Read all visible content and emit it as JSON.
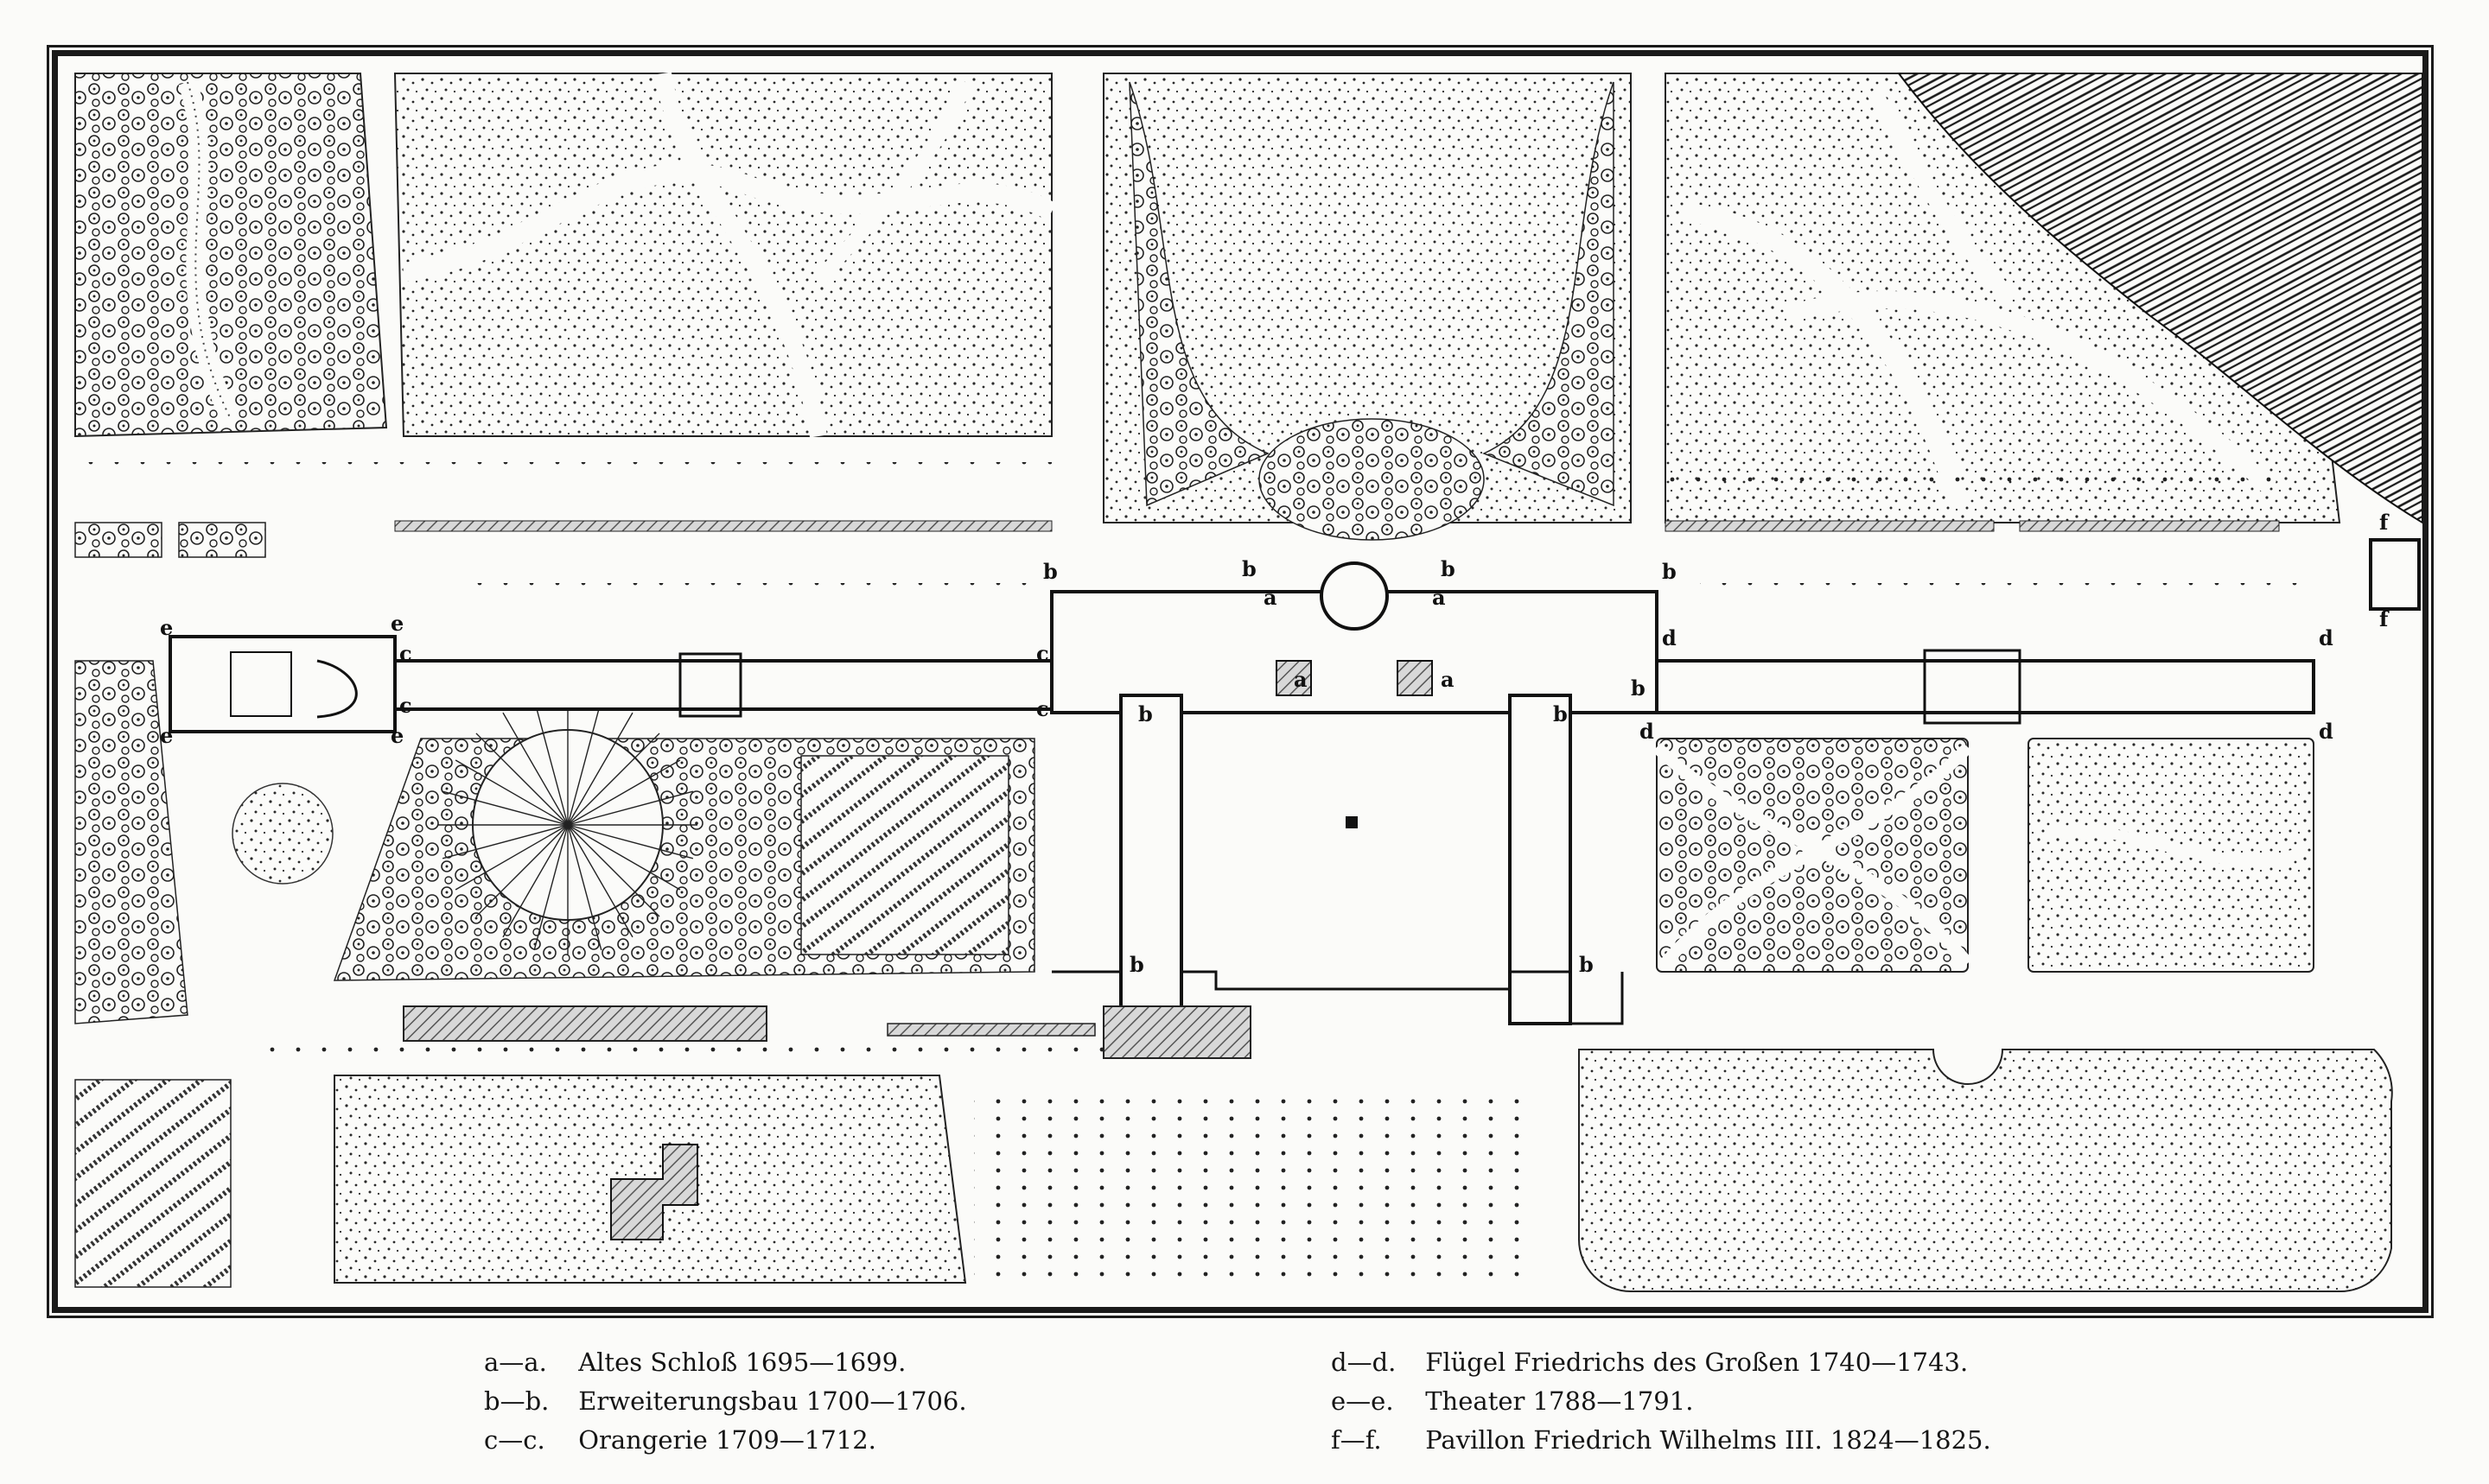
{
  "map": {
    "kind": "historical site plan (palace and gardens)",
    "colors": {
      "ink": "#1a1a1a",
      "paper": "#fbfbf9",
      "hatch": "#8a8a8a"
    },
    "point_labels": [
      {
        "id": "a-left",
        "text": "a"
      },
      {
        "id": "a-right",
        "text": "a"
      },
      {
        "id": "a-top-left",
        "text": "a"
      },
      {
        "id": "a-top-right",
        "text": "a"
      },
      {
        "id": "b-top-left-corner",
        "text": "b"
      },
      {
        "id": "b-top-inner-left",
        "text": "b"
      },
      {
        "id": "b-top-inner-right",
        "text": "b"
      },
      {
        "id": "b-top-right-corner",
        "text": "b"
      },
      {
        "id": "b-wing-left",
        "text": "b"
      },
      {
        "id": "b-wing-right",
        "text": "b"
      },
      {
        "id": "b-bottom-left",
        "text": "b"
      },
      {
        "id": "b-bottom-right",
        "text": "b"
      },
      {
        "id": "b-east",
        "text": "b"
      },
      {
        "id": "c-left-top",
        "text": "c"
      },
      {
        "id": "c-left-bottom",
        "text": "c"
      },
      {
        "id": "c-right-top",
        "text": "c"
      },
      {
        "id": "c-right-bottom",
        "text": "c"
      },
      {
        "id": "d-left-top",
        "text": "d"
      },
      {
        "id": "d-left-bottom",
        "text": "d"
      },
      {
        "id": "d-right-top",
        "text": "d"
      },
      {
        "id": "d-right-bottom",
        "text": "d"
      },
      {
        "id": "e-left-top",
        "text": "e"
      },
      {
        "id": "e-left-bottom",
        "text": "e"
      },
      {
        "id": "e-right-top",
        "text": "e"
      },
      {
        "id": "e-right-bottom",
        "text": "e"
      },
      {
        "id": "f-top",
        "text": "f"
      },
      {
        "id": "f-bottom",
        "text": "f"
      }
    ]
  },
  "legend": {
    "left_column": [
      {
        "key": "a—a.",
        "text": "Altes Schloß 1695—1699."
      },
      {
        "key": "b—b.",
        "text": "Erweiterungsbau 1700—1706."
      },
      {
        "key": "c—c.",
        "text": "Orangerie 1709—1712."
      }
    ],
    "right_column": [
      {
        "key": "d—d.",
        "text": "Flügel Friedrichs des Großen 1740—1743."
      },
      {
        "key": "e—e.",
        "text": "Theater 1788—1791."
      },
      {
        "key": "f—f.",
        "text": "Pavillon Friedrich Wilhelms III. 1824—1825."
      }
    ]
  }
}
